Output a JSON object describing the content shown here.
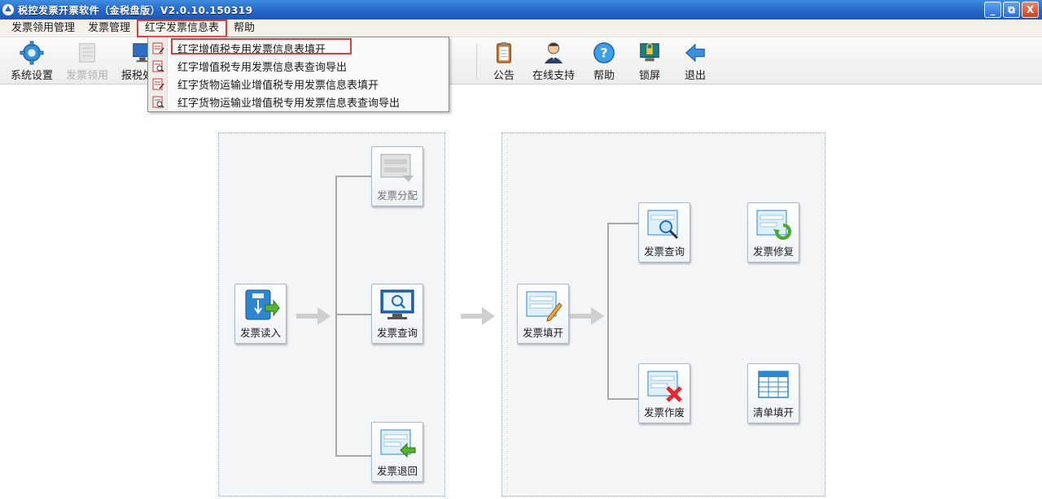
{
  "window": {
    "title": "税控发票开票软件（金税盘版）V2.0.10.150319",
    "minimize": "_",
    "restore": "⧉",
    "close": "X"
  },
  "menu": {
    "items": [
      "发票领用管理",
      "发票管理",
      "红字发票信息表",
      "帮助"
    ],
    "active_index": 2
  },
  "toolbar": {
    "items": [
      {
        "label": "系统设置",
        "icon": "gear-icon",
        "enabled": true
      },
      {
        "label": "发票领用",
        "icon": "invoice-receive-icon",
        "enabled": false
      },
      {
        "label": "报税处理",
        "icon": "monitor-icon",
        "enabled": true
      },
      {
        "label": "公告",
        "icon": "clipboard-icon",
        "enabled": true
      },
      {
        "label": "在线支持",
        "icon": "support-person-icon",
        "enabled": true
      },
      {
        "label": "帮助",
        "icon": "help-icon",
        "enabled": true
      },
      {
        "label": "锁屏",
        "icon": "lock-screen-icon",
        "enabled": true
      },
      {
        "label": "退出",
        "icon": "exit-arrow-icon",
        "enabled": true
      }
    ]
  },
  "dropdown": {
    "items": [
      {
        "label": "红字增值税专用发票信息表填开",
        "icon": "form-fill-icon"
      },
      {
        "label": "红字增值税专用发票信息表查询导出",
        "icon": "form-query-icon"
      },
      {
        "label": "红字货物运输业增值税专用发票信息表填开",
        "icon": "form-fill-icon"
      },
      {
        "label": "红字货物运输业增值税专用发票信息表查询导出",
        "icon": "form-query-icon"
      }
    ],
    "highlighted_index": 0
  },
  "flow": {
    "left": {
      "source": {
        "label": "发票读入",
        "icon": "usb-import-icon"
      },
      "targets": [
        {
          "label": "发票分配",
          "icon": "invoice-distribute-icon",
          "dim": true
        },
        {
          "label": "发票查询",
          "icon": "invoice-search-monitor-icon",
          "dim": false
        },
        {
          "label": "发票退回",
          "icon": "invoice-return-icon",
          "dim": false
        }
      ]
    },
    "right": {
      "source": {
        "label": "发票填开",
        "icon": "invoice-fill-pen-icon"
      },
      "targets": [
        {
          "label": "发票查询",
          "icon": "invoice-magnifier-icon"
        },
        {
          "label": "发票修复",
          "icon": "invoice-repair-icon"
        },
        {
          "label": "发票作废",
          "icon": "invoice-void-icon"
        },
        {
          "label": "清单填开",
          "icon": "list-table-icon"
        }
      ]
    }
  },
  "colors": {
    "titlebar": "#2566c8",
    "highlight_border": "#e23b3b",
    "icon_blue": "#2f86c9",
    "void_red": "#e32929",
    "repair_green": "#4aa82a"
  }
}
